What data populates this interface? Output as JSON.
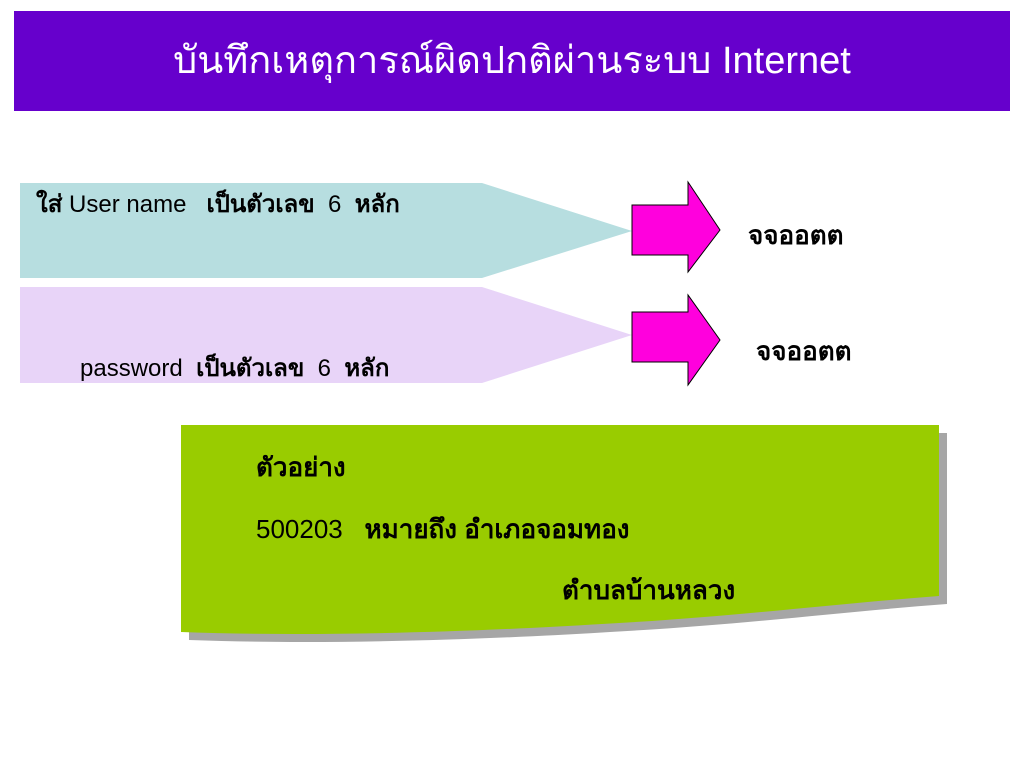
{
  "title": "บันทึกเหตุการณ์ผิดปกติผ่านระบบ Internet",
  "fields": [
    {
      "prefix": "ใส่",
      "name": "User name",
      "desc": "เป็นตัวเลข",
      "digits": "6",
      "unit": "หลัก",
      "result": "จจออตต"
    },
    {
      "prefix": "",
      "name": "password",
      "desc": "เป็นตัวเลข",
      "digits": "6",
      "unit": "หลัก",
      "result": "จจออตต"
    }
  ],
  "example": {
    "heading": "ตัวอย่าง",
    "code": "500203",
    "meaning": "หมายถึง อำเภอจอมทอง",
    "subdistrict": "ตำบลบ้านหลวง"
  },
  "colors": {
    "title_bg": "#6600cc",
    "title_text": "#ffffff",
    "user_banner": "#b7dee0",
    "password_banner": "#e8d4f8",
    "arrow": "#ff00dd",
    "example_bg": "#99cc00",
    "example_shadow": "#a6a6a6"
  },
  "icons": [
    "right-arrow-icon",
    "right-arrow-icon"
  ]
}
